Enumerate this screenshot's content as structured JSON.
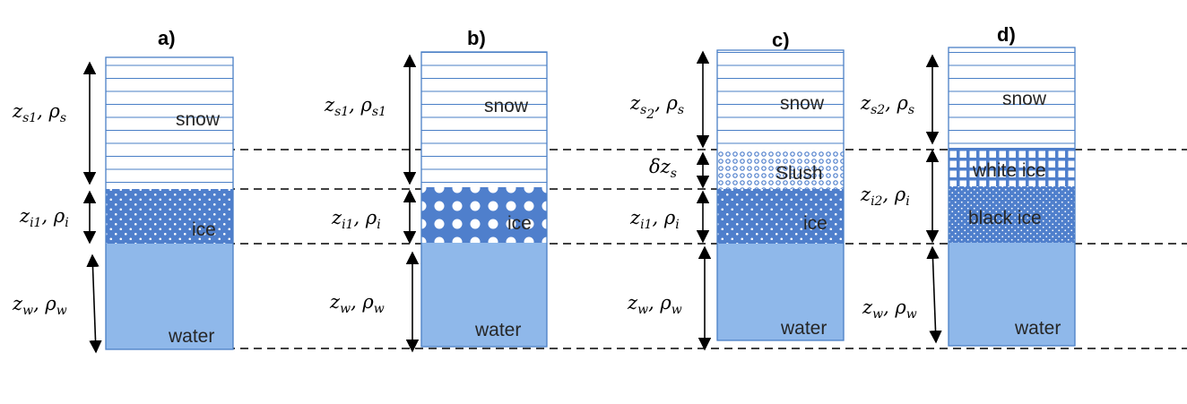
{
  "panels": {
    "a": {
      "title": "a)",
      "layers": {
        "snow": "snow",
        "ice": "ice",
        "water": "water"
      },
      "labels": {
        "snow": {
          "z": "z",
          "z_sub": "s1",
          "rho": "ρ",
          "rho_sub": "s"
        },
        "ice": {
          "z": "z",
          "z_sub": "i1",
          "rho": "ρ",
          "rho_sub": "i"
        },
        "water": {
          "z": "z",
          "z_sub": "w",
          "rho": "ρ",
          "rho_sub": "w"
        }
      }
    },
    "b": {
      "title": "b)",
      "layers": {
        "snow": "snow",
        "ice": "ice",
        "water": "water"
      },
      "labels": {
        "snow": {
          "z": "z",
          "z_sub": "s1",
          "rho": "ρ",
          "rho_sub": "s1"
        },
        "ice": {
          "z": "z",
          "z_sub": "i1",
          "rho": "ρ",
          "rho_sub": "i"
        },
        "water": {
          "z": "z",
          "z_sub": "w",
          "rho": "ρ",
          "rho_sub": "w"
        }
      }
    },
    "c": {
      "title": "c)",
      "layers": {
        "snow": "snow",
        "slush": "Slush",
        "ice": "ice",
        "water": "water"
      },
      "labels": {
        "snow": {
          "z": "z",
          "z_sub": "s",
          "z_sub2": "2",
          "rho": "ρ",
          "rho_sub": "s"
        },
        "slush": {
          "delta": "δz",
          "delta_sub": "s"
        },
        "ice": {
          "z": "z",
          "z_sub": "i1",
          "rho": "ρ",
          "rho_sub": "i"
        },
        "water": {
          "z": "z",
          "z_sub": "w",
          "rho": "ρ",
          "rho_sub": "w"
        }
      }
    },
    "d": {
      "title": "d)",
      "layers": {
        "snow": "snow",
        "white_ice": "white ice",
        "black_ice": "black ice",
        "water": "water"
      },
      "labels": {
        "snow": {
          "z": "z",
          "z_sub": "s2",
          "rho": "ρ",
          "rho_sub": "s"
        },
        "ice": {
          "z": "z",
          "z_sub": "i2",
          "rho": "ρ",
          "rho_sub": "i"
        },
        "water": {
          "z": "z",
          "z_sub": "w",
          "rho": "ρ",
          "rho_sub": "w"
        }
      }
    }
  },
  "colors": {
    "snow_line": "#4a7fc6",
    "ice_fill": "#4f7fcc",
    "water_fill": "#8fb8ea",
    "outline": "#4a7fc6"
  }
}
